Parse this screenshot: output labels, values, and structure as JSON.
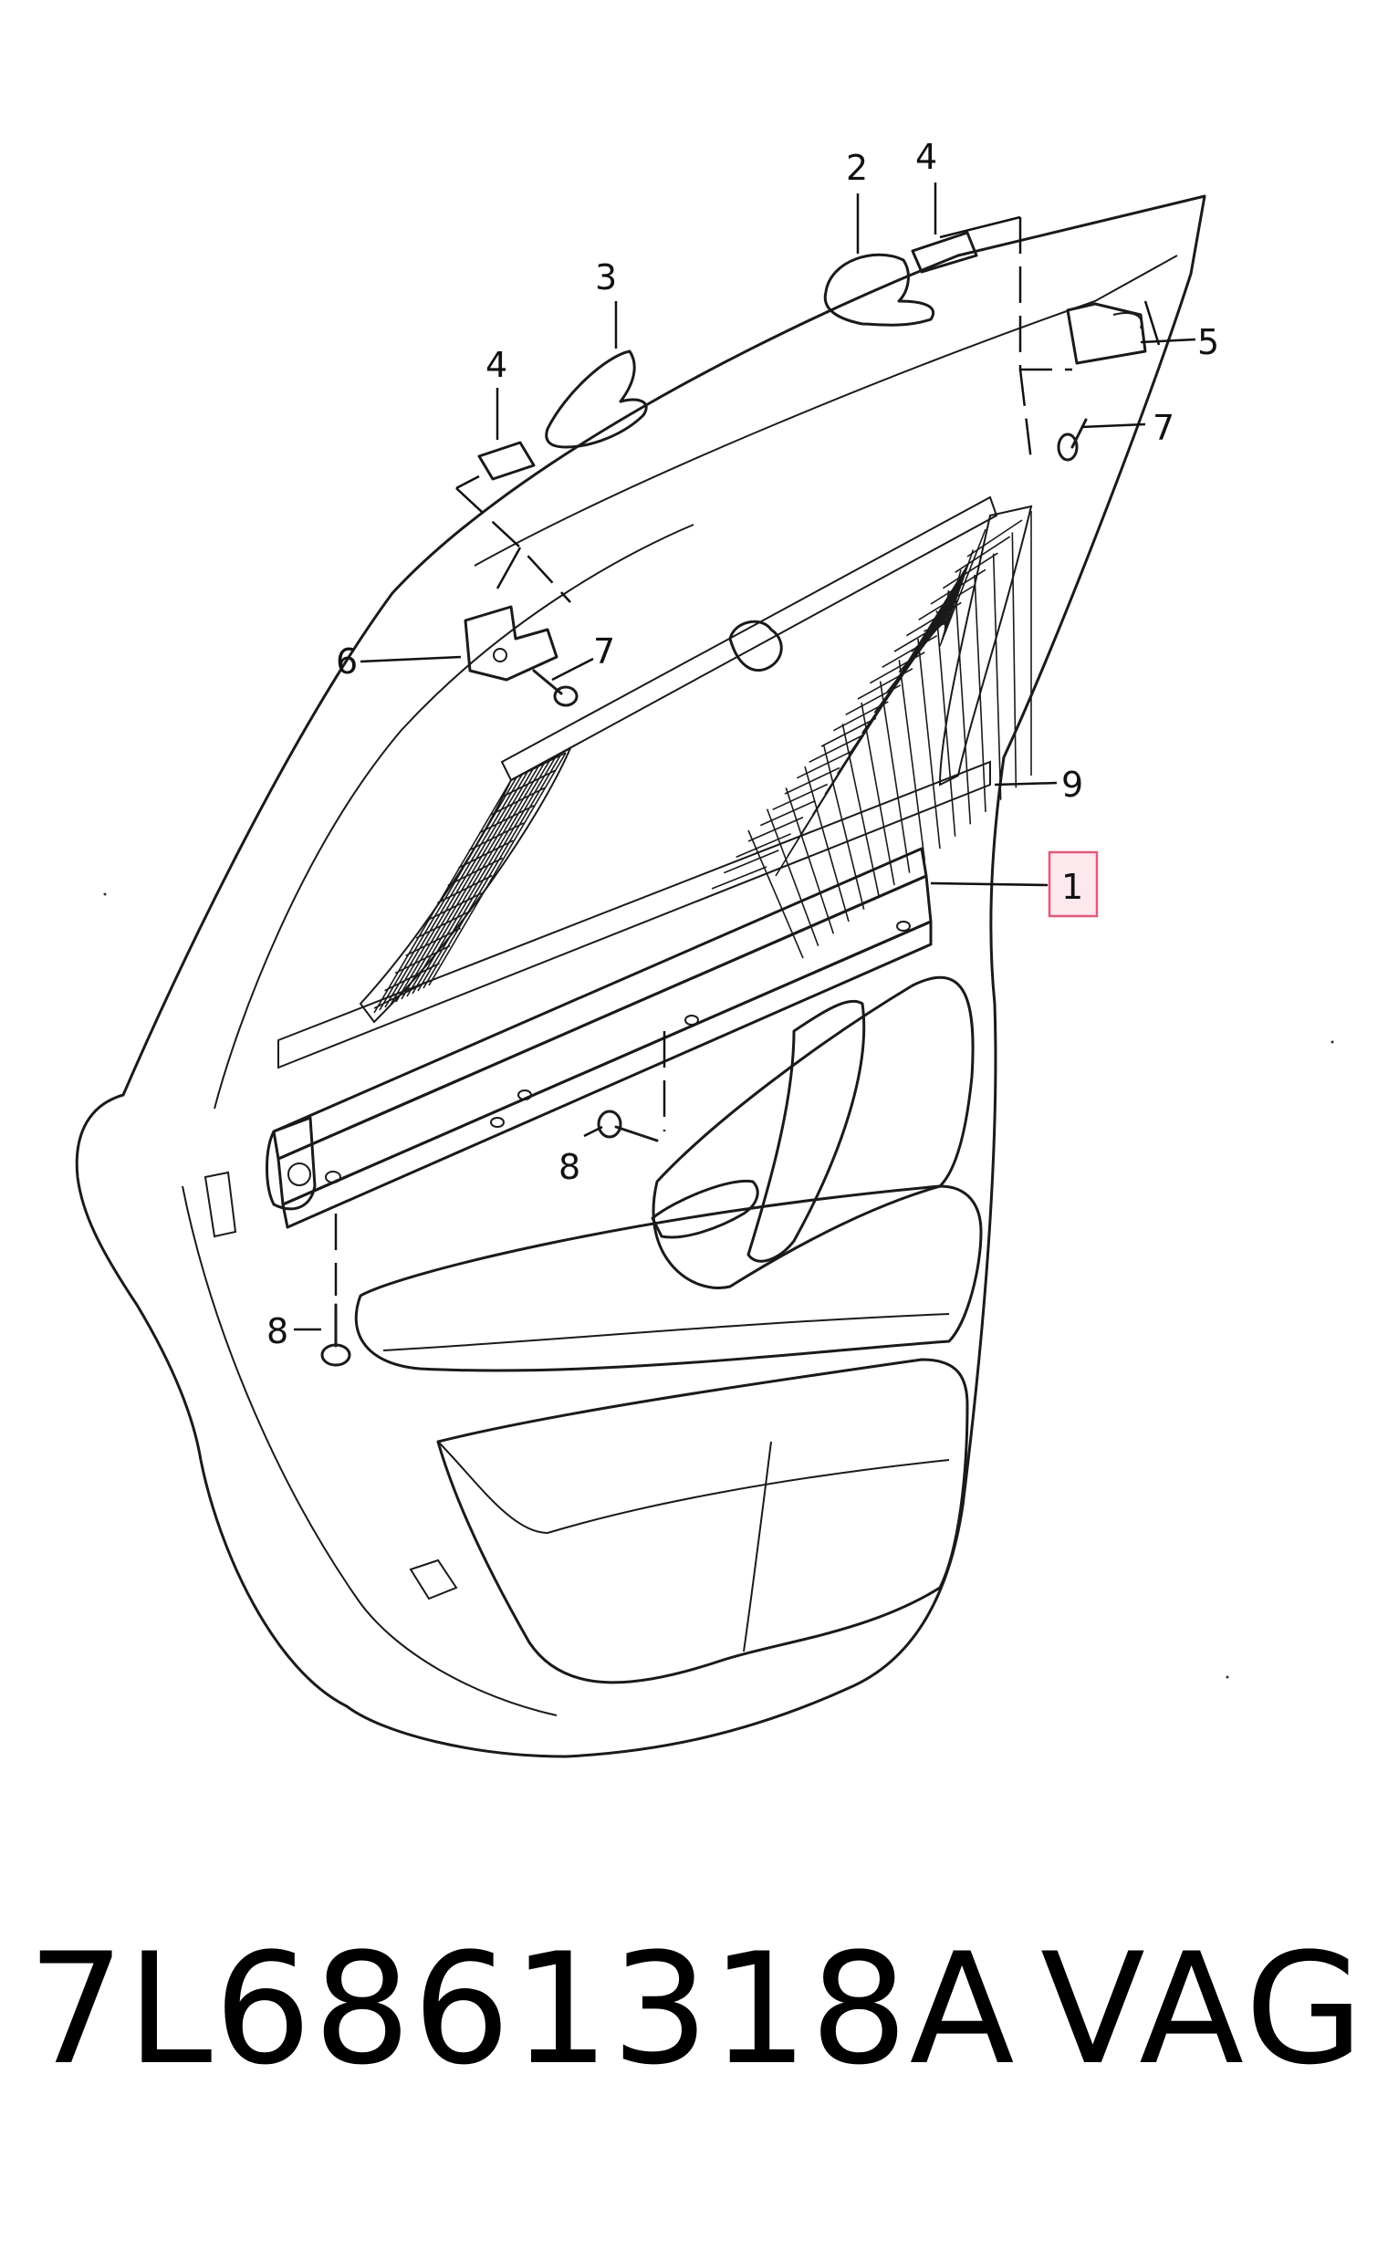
{
  "callouts": {
    "c1": "1",
    "c2": "2",
    "c3": "3",
    "c4a": "4",
    "c4b": "4",
    "c5": "5",
    "c6": "6",
    "c7a": "7",
    "c7b": "7",
    "c8a": "8",
    "c8b": "8",
    "c9": "9"
  },
  "footer": {
    "part_number": "7L6861318A",
    "brand": "VAG"
  },
  "colors": {
    "line": "#1a1a1a",
    "highlight_fill": "#fde8ee",
    "highlight_stroke": "#e05a78"
  }
}
